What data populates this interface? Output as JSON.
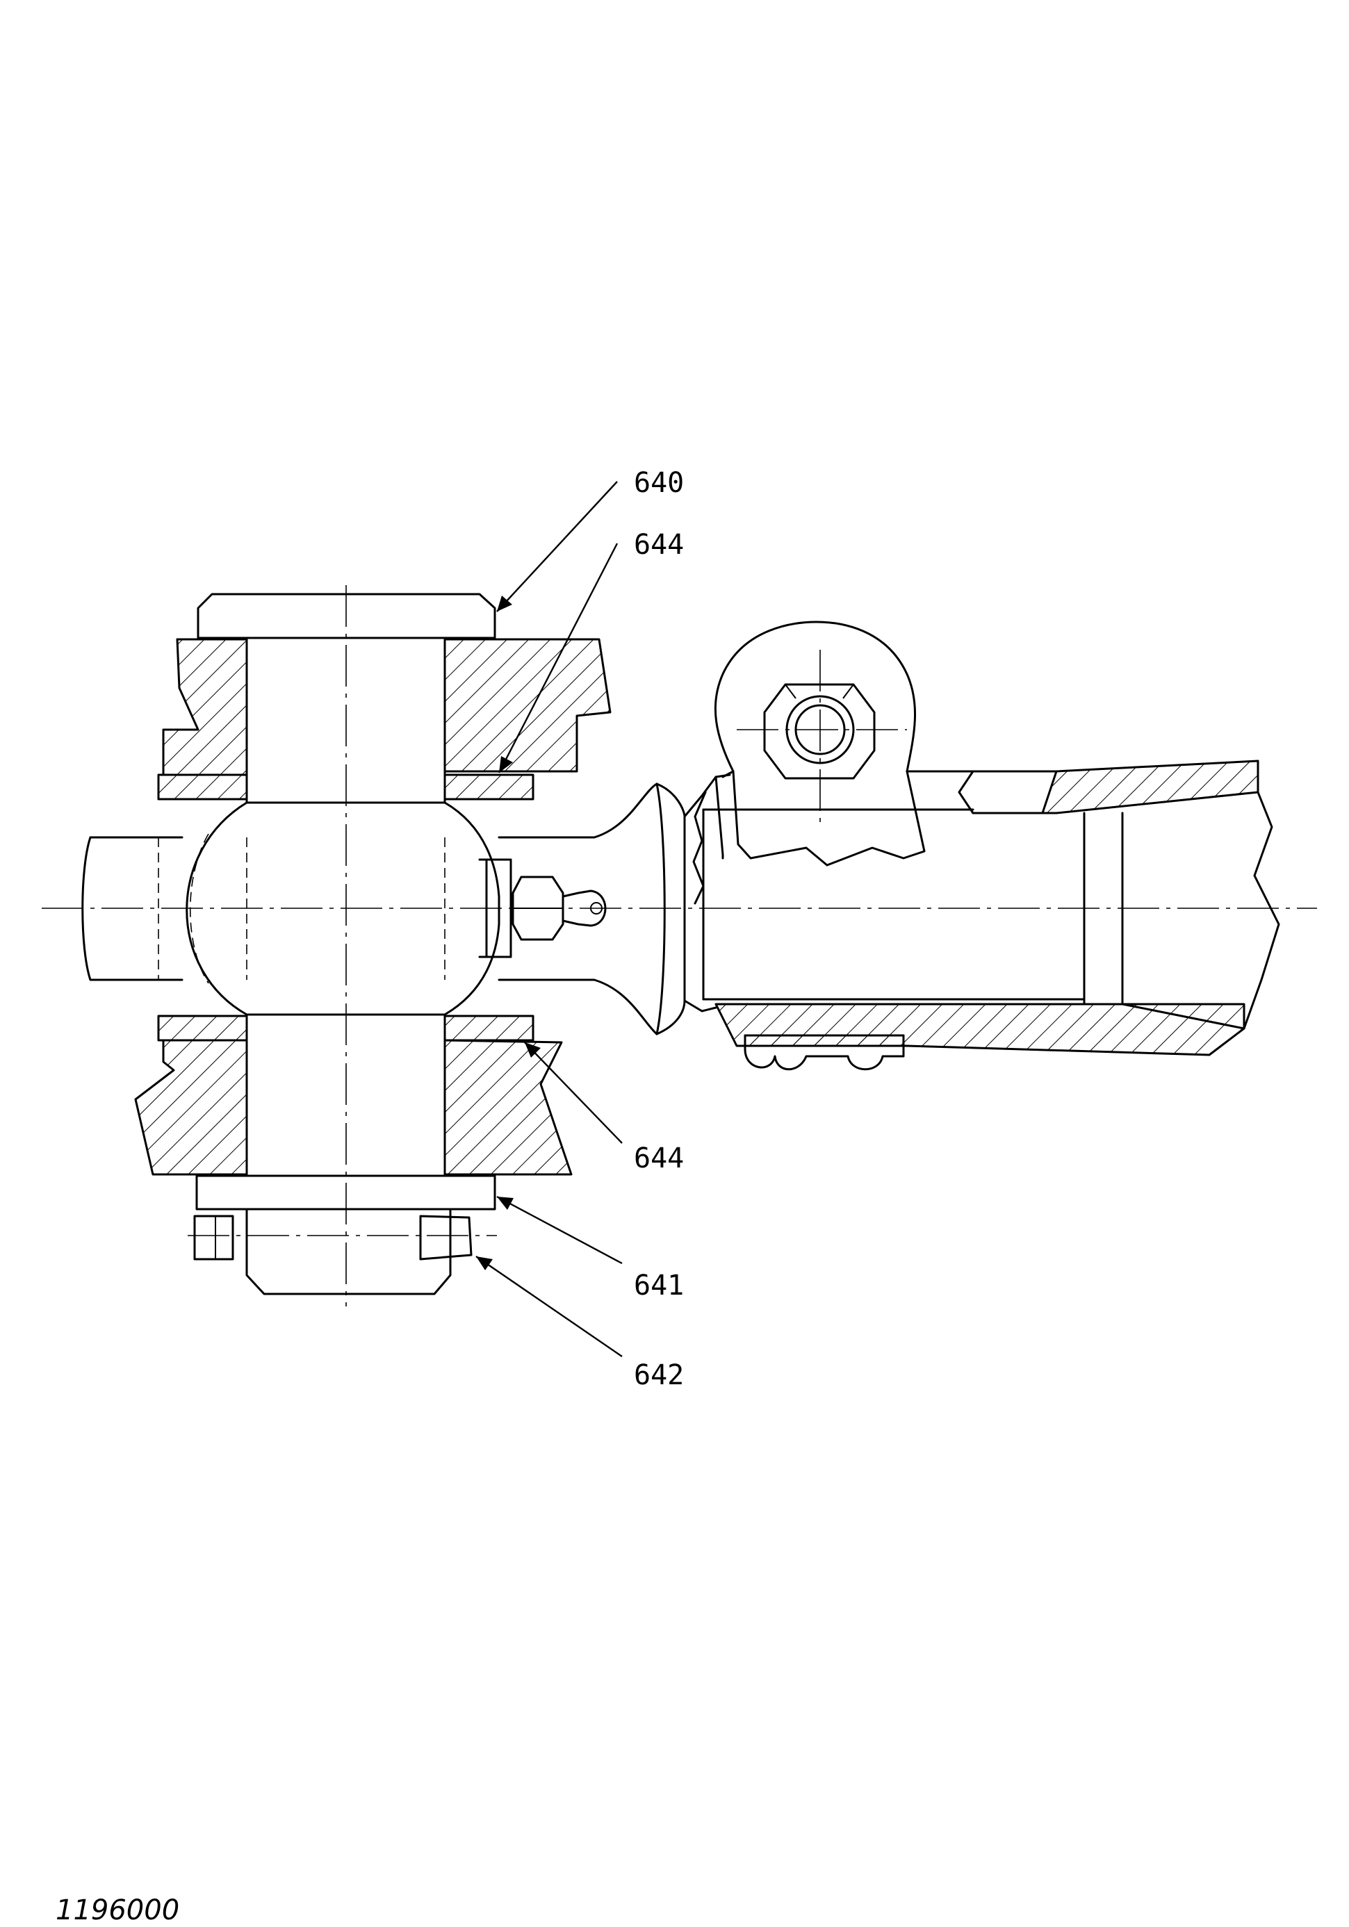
{
  "labels": {
    "p640": "640",
    "p644_top": "644",
    "p644_bottom": "644",
    "p641": "641",
    "p642": "642"
  },
  "drawing_number": "1196000"
}
